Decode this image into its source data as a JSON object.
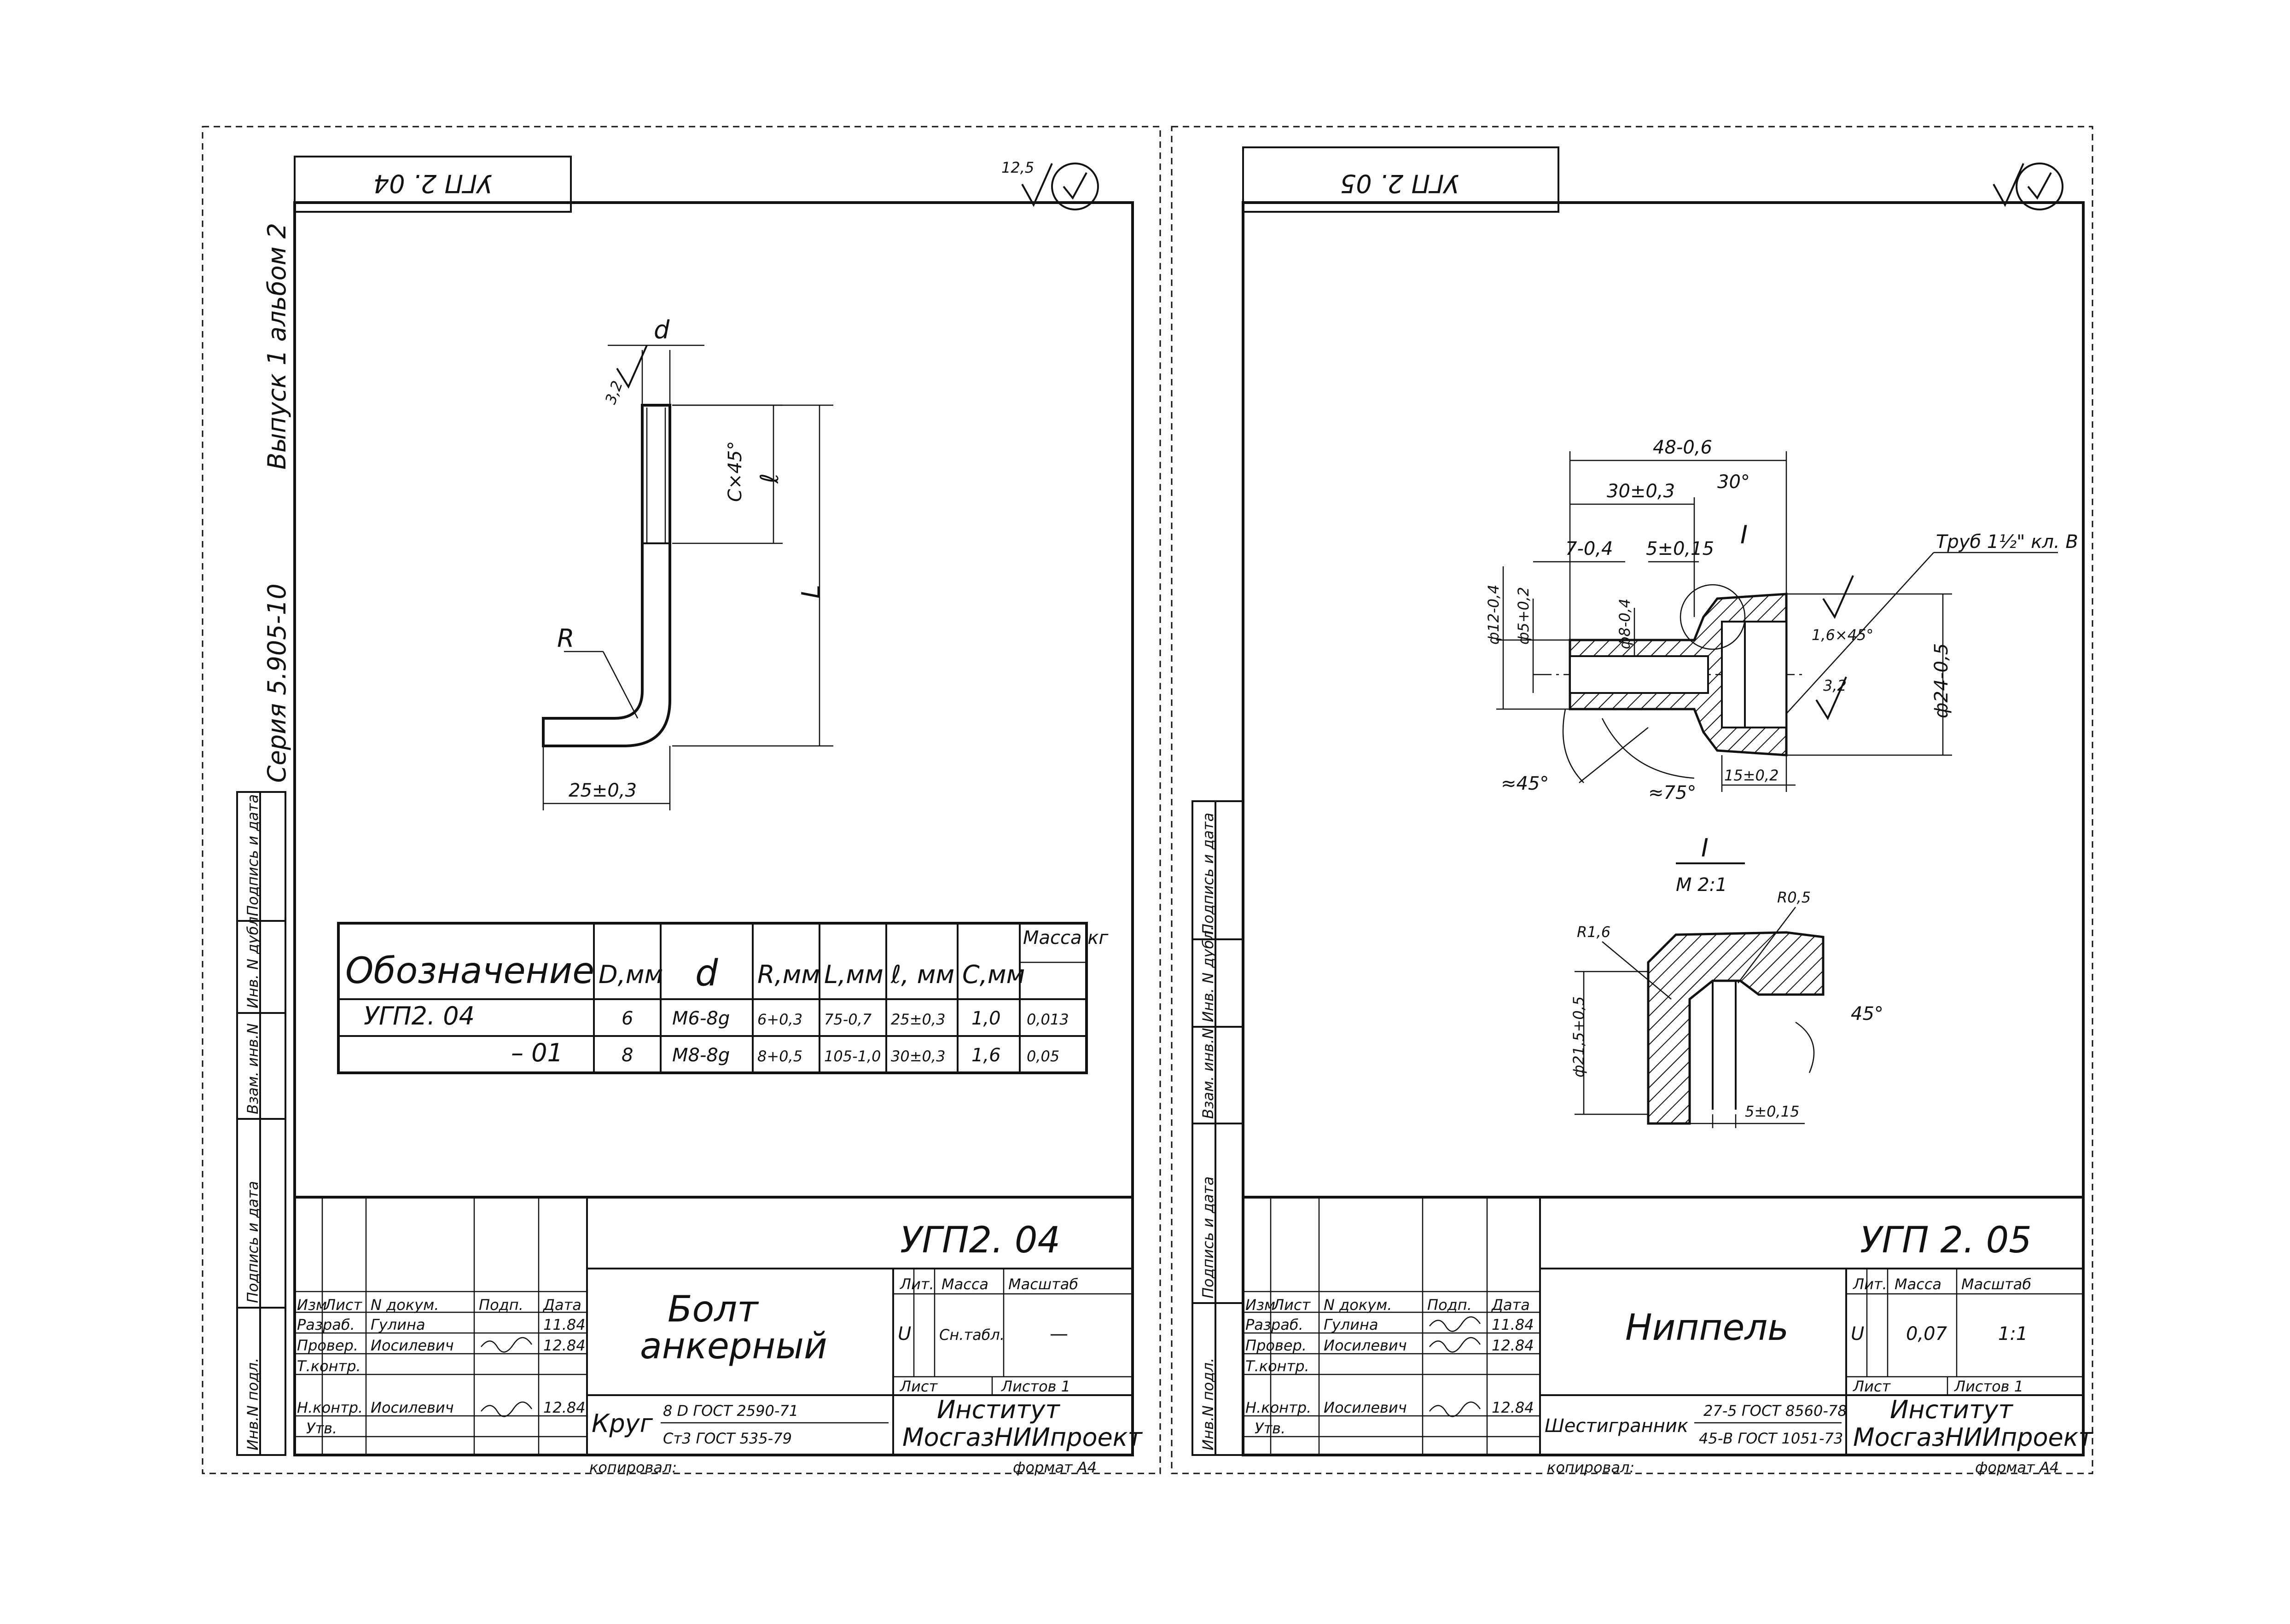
{
  "sheet_left": {
    "stamp_top": "УГП 2. 04",
    "roughness_top": "12,5",
    "side_series": "Серия 5.905-10",
    "side_issue": "Выпуск 1 альбом 2",
    "dims": {
      "d": "d",
      "rough": "3,2",
      "chamfer": "C×45°",
      "l_small": "ℓ",
      "L": "L",
      "R": "R",
      "base": "25±0,3"
    },
    "table": {
      "headers": [
        "Обозначение",
        "D,мм",
        "d",
        "R,мм",
        "L,мм",
        "ℓ, мм",
        "C,мм",
        "Масса кг"
      ],
      "rows": [
        [
          "УГП2. 04",
          "6",
          "М6-8g",
          "6+0,3",
          "75-0,7",
          "25±0,3",
          "1,0",
          "0,013"
        ],
        [
          "– 01",
          "8",
          "М8-8g",
          "8+0,5",
          "105-1,0",
          "30±0,3",
          "1,6",
          "0,05"
        ]
      ]
    },
    "title_block": {
      "code": "УГП2. 04",
      "name_line1": "Болт",
      "name_line2": "анкерный",
      "lit_label": "Лит.",
      "mass_label": "Масса",
      "scale_label": "Масштаб",
      "lit_value": "U",
      "mass_value": "Сн.табл.",
      "scale_value": "—",
      "sheet_label": "Лист",
      "sheets_label": "Листов 1",
      "material_1": "Круг",
      "material_2": "8 D   ГОСТ 2590-71",
      "material_3": "Ст3   ГОСТ 535-79",
      "org_1": "Институт",
      "org_2": "МосгазНИИпроект",
      "rows": [
        [
          "Изм",
          "Лист",
          "N докум.",
          "Подп.",
          "Дата"
        ],
        [
          "Разраб.",
          "Гулина",
          "",
          "",
          "11.84"
        ],
        [
          "Провер.",
          "Иосилевич",
          "",
          "",
          "12.84"
        ],
        [
          "Т.контр.",
          "",
          "",
          "",
          ""
        ],
        [
          "Н.контр.",
          "Иосилевич",
          "",
          "",
          "12.84"
        ],
        [
          "Утв.",
          "",
          "",
          "",
          ""
        ]
      ],
      "copied": "копировал:",
      "format": "формат А4"
    }
  },
  "sheet_right": {
    "stamp_top": "УГП 2. 05",
    "dims": {
      "d48": "48-0,6",
      "d30": "30±0,3",
      "d7": "7-0,4",
      "d5": "5±0,15",
      "a30": "30°",
      "mark_I": "I",
      "pipe": "Труб 1½\" кл. В",
      "d12": "ф12-0,4",
      "d5s": "ф5+0,2",
      "d8": "ф8-0,4",
      "ch16": "1,6×45°",
      "d24": "ф24-0,5",
      "r32": "3,2",
      "a45": "≈45°",
      "a75": "≈75°",
      "d15": "15±0,2"
    },
    "detail": {
      "title": "I",
      "scale": "М 2:1",
      "r16": "R1,6",
      "r05": "R0,5",
      "d215": "ф21,5+0,5",
      "a45": "45°",
      "d5": "5±0,15"
    },
    "title_block": {
      "code": "УГП 2. 05",
      "name": "Ниппель",
      "lit_label": "Лит.",
      "mass_label": "Масса",
      "scale_label": "Масштаб",
      "lit_value": "U",
      "mass_value": "0,07",
      "scale_value": "1:1",
      "sheet_label": "Лист",
      "sheets_label": "Листов 1",
      "material_1": "Шестигранник",
      "material_2": "27-5 ГОСТ 8560-78",
      "material_3": "45-В  ГОСТ 1051-73",
      "org_1": "Институт",
      "org_2": "МосгазНИИпроект",
      "rows": [
        [
          "Изм",
          "Лист",
          "N докум.",
          "Подп.",
          "Дата"
        ],
        [
          "Разраб.",
          "Гулина",
          "",
          "",
          "11.84"
        ],
        [
          "Провер.",
          "Иосилевич",
          "",
          "",
          "12.84"
        ],
        [
          "Т.контр.",
          "",
          "",
          "",
          ""
        ],
        [
          "Н.контр.",
          "Иосилевич",
          "",
          "",
          "12.84"
        ],
        [
          "Утв.",
          "",
          "",
          "",
          ""
        ]
      ],
      "copied": "копировал:",
      "format": "формат А4"
    }
  },
  "side_labels": [
    "Инв.N подл.",
    "Подпись и дата",
    "Взам. инв.N",
    "Инв. N дубл.",
    "Подпись и дата"
  ]
}
